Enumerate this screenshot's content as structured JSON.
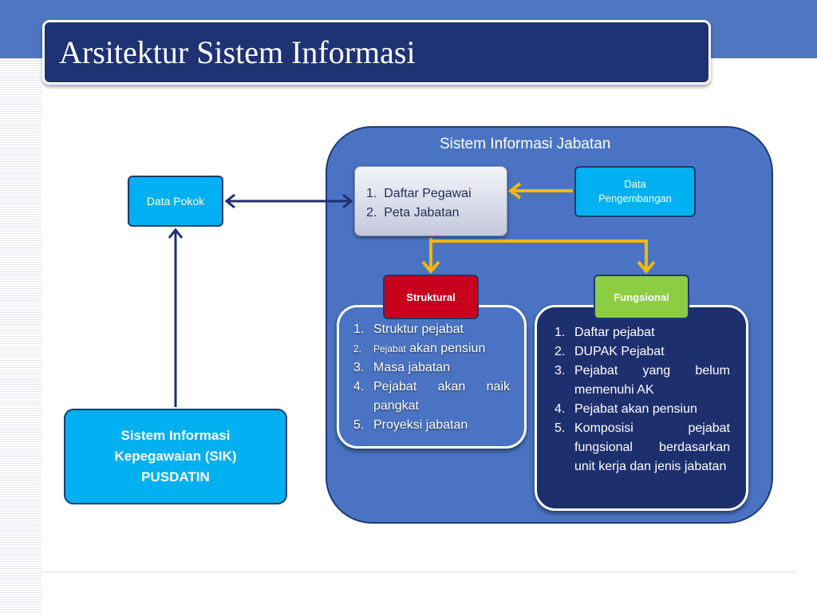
{
  "slide": {
    "title": "Arsitektur Sistem Informasi"
  },
  "diagram": {
    "container_title": "Sistem Informasi Jabatan",
    "data_pokok": "Data Pokok",
    "sik": {
      "line1": "Sistem Informasi",
      "line2": "Kepegawaian (SIK)",
      "line3": "PUSDATIN"
    },
    "data_pengembangan": {
      "line1": "Data",
      "line2": "Pengembangan"
    },
    "daftar_items": [
      {
        "num": "1.",
        "text": "Daftar Pegawai"
      },
      {
        "num": "2.",
        "text": "Peta Jabatan"
      }
    ],
    "struktural": {
      "label": "Struktural",
      "items": [
        {
          "num": "1.",
          "text": "Struktur pejabat"
        },
        {
          "num": "2.",
          "text_small": "Pejabat",
          "text": " akan pensiun"
        },
        {
          "num": "3.",
          "text": "Masa jabatan"
        },
        {
          "num": "4.",
          "text": "Pejabat akan naik pangkat"
        },
        {
          "num": "5.",
          "text": "Proyeksi jabatan"
        }
      ]
    },
    "fungsional": {
      "label": "Fungsional",
      "items": [
        {
          "num": "1.",
          "text": "Daftar pejabat"
        },
        {
          "num": "2.",
          "text": "DUPAK Pejabat"
        },
        {
          "num": "3.",
          "text": "Pejabat yang belum memenuhi AK"
        },
        {
          "num": "4.",
          "text": "Pejabat akan pensiun"
        },
        {
          "num": "5.",
          "text": "Komposisi pejabat fungsional berdasarkan unit kerja dan jenis jabatan"
        }
      ]
    }
  },
  "colors": {
    "header_band": "#4f76c0",
    "title_bar": "#1e3274",
    "container": "#4a74c3",
    "light_blue_box": "#00b0f0",
    "struktural": "#c8001e",
    "fungsional": "#8ccd44",
    "fungsional_panel": "#1e2f6e",
    "arrow_gold": "#f5b700",
    "arrow_navy": "#1e2f6e"
  }
}
